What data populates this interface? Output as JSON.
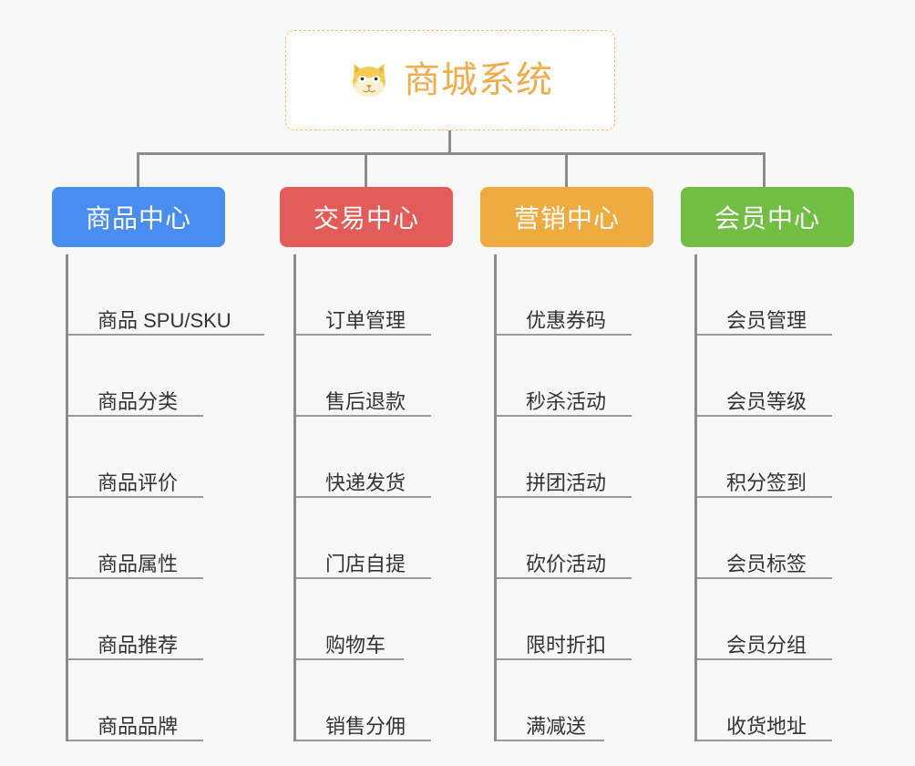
{
  "background_color": "#f8f8f8",
  "root": {
    "title": "商城系统",
    "icon": "shiba-dog-icon",
    "border_color": "#f0c070",
    "text_color": "#f0ad4e",
    "background": "#ffffff"
  },
  "connector_color": "#8c8c8c",
  "columns": [
    {
      "title": "商品中心",
      "color": "#4a8df0",
      "items": [
        {
          "label": "商品 SPU/SKU",
          "width": "xl"
        },
        {
          "label": "商品分类",
          "width": "md"
        },
        {
          "label": "商品评价",
          "width": "md"
        },
        {
          "label": "商品属性",
          "width": "md"
        },
        {
          "label": "商品推荐",
          "width": "md"
        },
        {
          "label": "商品品牌",
          "width": "md"
        }
      ]
    },
    {
      "title": "交易中心",
      "color": "#e35c58",
      "items": [
        {
          "label": "订单管理",
          "width": "md"
        },
        {
          "label": "售后退款",
          "width": "md"
        },
        {
          "label": "快递发货",
          "width": "md"
        },
        {
          "label": "门店自提",
          "width": "md"
        },
        {
          "label": "购物车",
          "width": "sm"
        },
        {
          "label": "销售分佣",
          "width": "md"
        }
      ]
    },
    {
      "title": "营销中心",
      "color": "#eeab40",
      "items": [
        {
          "label": "优惠券码",
          "width": "md"
        },
        {
          "label": "秒杀活动",
          "width": "md"
        },
        {
          "label": "拼团活动",
          "width": "md"
        },
        {
          "label": "砍价活动",
          "width": "md"
        },
        {
          "label": "限时折扣",
          "width": "md"
        },
        {
          "label": "满减送",
          "width": "sm"
        }
      ]
    },
    {
      "title": "会员中心",
      "color": "#72bd44",
      "items": [
        {
          "label": "会员管理",
          "width": "md"
        },
        {
          "label": "会员等级",
          "width": "md"
        },
        {
          "label": "积分签到",
          "width": "md"
        },
        {
          "label": "会员标签",
          "width": "md"
        },
        {
          "label": "会员分组",
          "width": "md"
        },
        {
          "label": "收货地址",
          "width": "md"
        }
      ]
    }
  ]
}
